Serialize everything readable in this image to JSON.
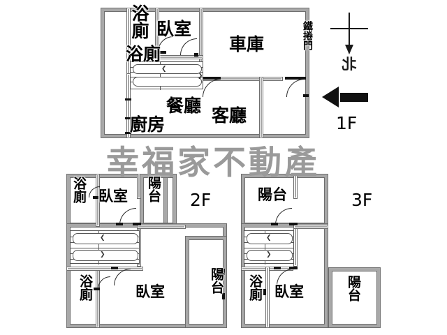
{
  "document": {
    "type": "real-estate-floor-plan",
    "watermark": "幸福家不動產"
  },
  "compass": {
    "label": "北",
    "name": "north-arrow"
  },
  "entry": {
    "arrow_name": "entrance-direction-arrow"
  },
  "floors": [
    {
      "id": "1F",
      "tag": "1F",
      "rooms": [
        {
          "key": "bath_a",
          "label": "浴廁",
          "en": "bathroom"
        },
        {
          "key": "bath_b",
          "label": "浴廁",
          "en": "bathroom"
        },
        {
          "key": "bedroom",
          "label": "臥室",
          "en": "bedroom"
        },
        {
          "key": "garage",
          "label": "車庫",
          "en": "garage"
        },
        {
          "key": "dining",
          "label": "餐廳",
          "en": "dining-room"
        },
        {
          "key": "living",
          "label": "客廳",
          "en": "living-room"
        },
        {
          "key": "kitchen",
          "label": "廚房",
          "en": "kitchen"
        }
      ],
      "annotations": [
        {
          "key": "rolling_door",
          "label": "鐵捲門",
          "en": "rolling-steel-door"
        }
      ]
    },
    {
      "id": "2F",
      "tag": "2F",
      "rooms": [
        {
          "key": "bath_top",
          "label": "浴廁",
          "en": "bathroom"
        },
        {
          "key": "bedroom_top",
          "label": "臥室",
          "en": "bedroom"
        },
        {
          "key": "balcony_top",
          "label": "陽台",
          "en": "balcony"
        },
        {
          "key": "bath_bottom",
          "label": "浴廁",
          "en": "bathroom"
        },
        {
          "key": "bedroom_bottom",
          "label": "臥室",
          "en": "bedroom"
        },
        {
          "key": "balcony_right",
          "label": "陽台",
          "en": "balcony"
        }
      ]
    },
    {
      "id": "3F",
      "tag": "3F",
      "rooms": [
        {
          "key": "balcony_top",
          "label": "陽台",
          "en": "balcony"
        },
        {
          "key": "bath",
          "label": "浴廁",
          "en": "bathroom"
        },
        {
          "key": "bedroom",
          "label": "臥室",
          "en": "bedroom"
        },
        {
          "key": "balcony_right",
          "label": "陽台",
          "en": "balcony"
        }
      ]
    }
  ],
  "colors": {
    "wall": "#a8a8a8",
    "wall_outline": "#6e6e6e",
    "text": "#000000",
    "watermark": "#9a9a9a",
    "background": "#ffffff"
  }
}
